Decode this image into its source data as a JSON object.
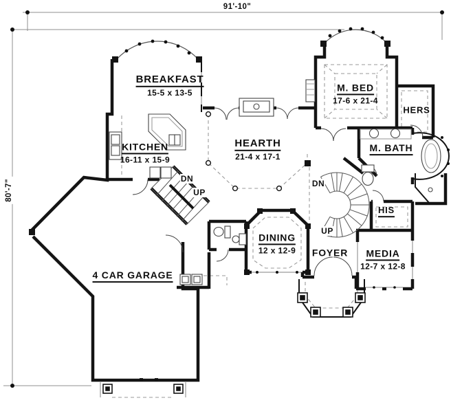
{
  "plan": {
    "overall_width": "91'-10\"",
    "overall_height": "80'-7\"",
    "rooms": {
      "breakfast": {
        "name": "BREAKFAST",
        "size": "15-5 x 13-5"
      },
      "kitchen": {
        "name": "KITCHEN",
        "size": "16-11 x 15-9"
      },
      "hearth": {
        "name": "HEARTH",
        "size": "21-4 x 17-1"
      },
      "master_bed": {
        "name": "M. BED",
        "size": "17-6 x 21-4"
      },
      "hers_closet": {
        "name": "HERS"
      },
      "master_bath": {
        "name": "M. BATH"
      },
      "his_closet": {
        "name": "HIS"
      },
      "media": {
        "name": "MEDIA",
        "size": "12-7 x 12-8"
      },
      "dining": {
        "name": "DINING",
        "size": "12 x 12-9"
      },
      "foyer": {
        "name": "FOYER"
      },
      "garage": {
        "name": "4 CAR GARAGE"
      }
    },
    "stairs": {
      "back_stair": {
        "down": "DN",
        "up": "UP"
      },
      "main_stair": {
        "down": "DN",
        "up": "UP"
      }
    }
  }
}
